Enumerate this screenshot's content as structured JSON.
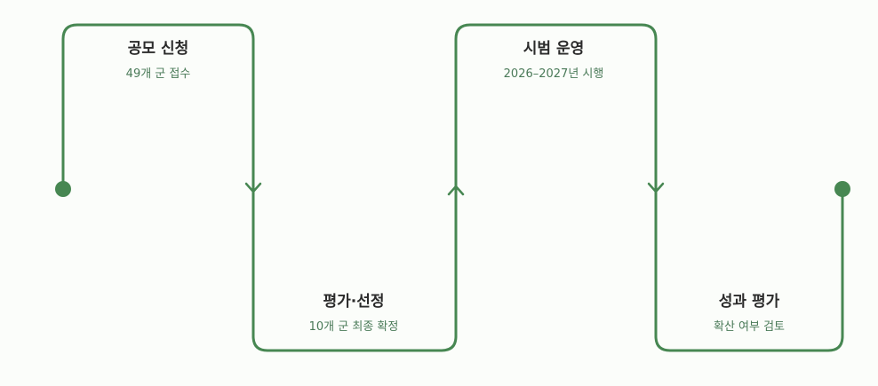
{
  "colors": {
    "line": "#478752",
    "title": "#2b2b2b",
    "desc": "#4a7a58",
    "background": "#fbfdfa"
  },
  "steps": [
    {
      "title": "공모 신청",
      "desc": "49개 군 접수"
    },
    {
      "title": "평가·선정",
      "desc": "10개 군 최종 확정"
    },
    {
      "title": "시범 운영",
      "desc": "2026–2027년 시행"
    },
    {
      "title": "성과 평가",
      "desc": "확산 여부 검토"
    }
  ]
}
